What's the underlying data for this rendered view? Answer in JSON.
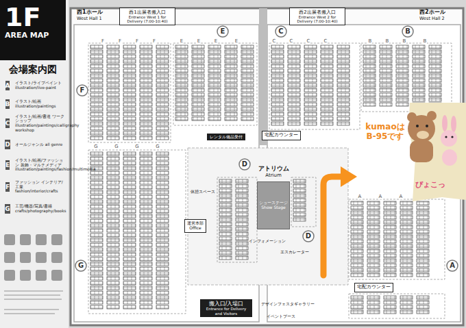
{
  "diagram": {
    "title": "会場案内図",
    "nodes": [
      {
        "text": [
          "1F",
          "AREA MAP"
        ]
      },
      {
        "text": [
          "A"
        ]
      },
      {
        "text": [
          "B"
        ]
      },
      {
        "text": [
          "C"
        ]
      },
      {
        "text": [
          "D"
        ]
      },
      {
        "text": [
          "E"
        ]
      },
      {
        "text": [
          "F"
        ]
      },
      {
        "text": [
          "G"
        ]
      },
      {
        "text": [
          "西1出展者搬入口",
          "Entrance West 1 for Delivery (7:00-10:40)"
        ]
      },
      {
        "text": [
          "西2出展者搬入口",
          "Entrance West 2 for Delivery (7:00-10:40)"
        ]
      },
      {
        "text": [
          "E"
        ]
      },
      {
        "text": [
          "C"
        ]
      },
      {
        "text": [
          "B"
        ]
      },
      {
        "text": [
          "F"
        ]
      },
      {
        "text": [
          "レンタル備品受付"
        ]
      },
      {
        "text": [
          "宅配カウンター"
        ]
      },
      {
        "text": [
          "D"
        ]
      },
      {
        "text": [
          "ショーステージ",
          "Show Stage"
        ]
      },
      {
        "text": [
          "運営本部",
          "Office"
        ]
      },
      {
        "text": [
          "D"
        ]
      },
      {
        "text": [
          "G"
        ]
      },
      {
        "text": [
          "A"
        ]
      },
      {
        "text": [
          "搬入口/入場口",
          "Entrance for Delivery and Visitors"
        ]
      },
      {
        "text": [
          "宅配カウンター"
        ]
      }
    ],
    "labels": [
      "西1ホール",
      "West Hall 1",
      "西2ホール",
      "West Hall 2",
      "イラスト/ライブペイント illustration/live-paint",
      "イラスト/絵画 illustration/paintings",
      "イラスト/絵画/書道 ワークショップ illustration/paintings/calligraphy workshop",
      "オールジャンル all genre",
      "イラスト/絵画/ファッション 装飾・マルチメディア illustration/paintings/fashion/multimedia",
      "ファッション インテリア/工業 fashion/interior/crafts",
      "工芸/機器/写真/書籍 crafts/photography/books",
      "F",
      "F",
      "F",
      "F",
      "E",
      "E",
      "E",
      "E",
      "C",
      "C",
      "C",
      "C",
      "B",
      "B",
      "B",
      "B",
      "アトリウム",
      "Atrium",
      "休憩スペース",
      "G",
      "G",
      "G",
      "G",
      "インフォメーション",
      "エスカレーター",
      "kumaoは B-95です",
      "ぴょこっ",
      "A",
      "A",
      "A",
      "デザインフェスタギャラリー",
      "イベントブース"
    ]
  }
}
